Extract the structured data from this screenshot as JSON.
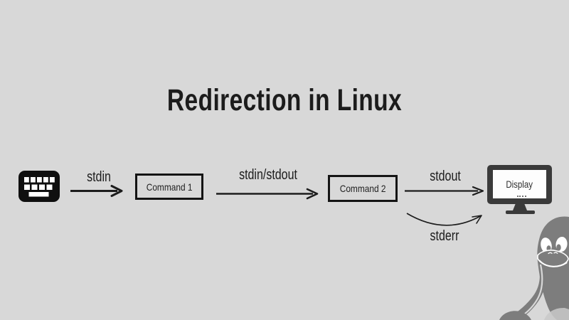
{
  "title": "Redirection in Linux",
  "colors": {
    "background": "#d8d8d8",
    "ink": "#1c1c1c",
    "box_border": "#141414",
    "monitor_frame": "#3a3a3a",
    "tux_gray": "#7d7d7d"
  },
  "flow": {
    "input_icon": "keyboard-icon",
    "stdin_label": "stdin",
    "command1_label": "Command 1",
    "stdin_stdout_label": "stdin/stdout",
    "command2_label": "Command 2",
    "stdout_label": "stdout",
    "display_label": "Display",
    "stderr_label": "stderr",
    "output_icon": "monitor-icon",
    "mascot_icon": "tux-penguin-icon"
  }
}
